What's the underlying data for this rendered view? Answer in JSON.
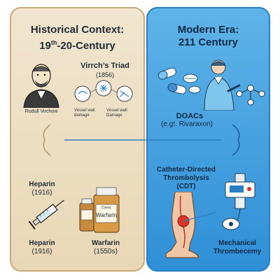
{
  "left": {
    "title_line1": "Historical Context:",
    "title_sup": "th",
    "title_line2_pre": "19",
    "title_line2_post": "-20",
    "title_line2_sup": "th",
    "title_line2_end": "-Century",
    "portrait_caption": "Rudull Virchow",
    "triad_title": "Virrch’s Triad",
    "triad_year": "(1856)",
    "triad_label_a": "Vessel wall damage",
    "triad_label_b": "Vessel wall Damage",
    "heparin_top_name": "Heparin",
    "heparin_top_year": "(1916)",
    "heparin_bottom_name": "Heparin",
    "heparin_bottom_year": "(1916)",
    "warfarin_name": "Warfarin",
    "warfarin_year": "(1550s)",
    "bottle_large_label": "Warfarin",
    "bottle_large_small": "Coesc"
  },
  "right": {
    "title_line1": "Modern Era:",
    "title_line2": "211 Century",
    "doac_name": "DOACs",
    "doac_example": "(e.g!. Rivaraxon)",
    "cdt_line1": "Catheter-Directed",
    "cdt_line2": "Thrombolysis",
    "cdt_line3": "(CDT)",
    "mech_line1": "Mechanical",
    "mech_line2": "Thrombecemy"
  },
  "colors": {
    "left_bg": "#ecdcbf",
    "right_bg": "#3d9ddd",
    "connector": "#2a7fc2"
  }
}
